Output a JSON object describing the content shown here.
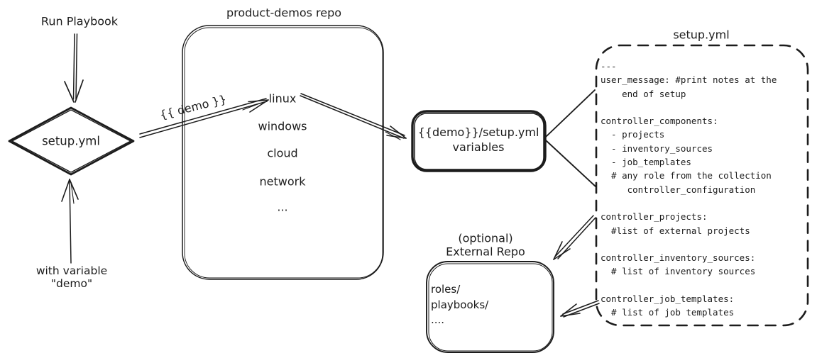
{
  "colors": {
    "ink": "#1c1c1c",
    "background": "#ffffff"
  },
  "left_flow": {
    "run_playbook_label": "Run Playbook",
    "diamond_label": "setup.yml",
    "with_variable_line1": "with variable",
    "with_variable_line2": "\"demo\""
  },
  "product_demos": {
    "title": "product-demos repo",
    "arrow_label": "{{ demo }}",
    "items": [
      "linux",
      "windows",
      "cloud",
      "network",
      "..."
    ]
  },
  "variables_box": {
    "line1": "{{demo}}/setup.yml",
    "line2": "variables"
  },
  "setup_yml": {
    "title": "setup.yml",
    "content": "---\nuser_message: #print notes at the\n    end of setup\n\ncontroller_components:\n  - projects\n  - inventory_sources\n  - job_templates\n  # any role from the collection\n     controller_configuration\n\ncontroller_projects:\n  #list of external projects\n\ncontroller_inventory_sources:\n  # list of inventory sources\n\ncontroller_job_templates:\n  # list of job templates"
  },
  "external_repo": {
    "label_line1": "(optional)",
    "label_line2": "External Repo",
    "content": "roles/\nplaybooks/\n...."
  }
}
